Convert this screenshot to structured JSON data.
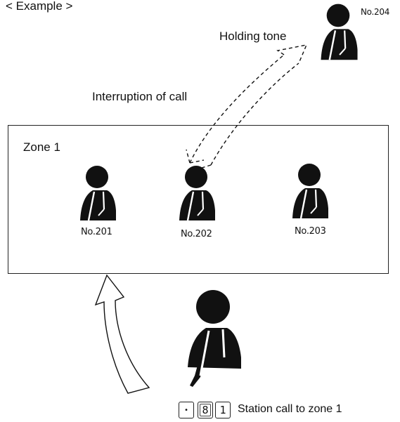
{
  "header": "< Example >",
  "zone": {
    "name": "Zone 1"
  },
  "stations": [
    {
      "number": "No.201"
    },
    {
      "number": "No.202"
    },
    {
      "number": "No.203"
    },
    {
      "number": "No.204"
    }
  ],
  "labels": {
    "holding_tone": "Holding tone",
    "interruption": "Interruption of call",
    "station_call": "Station call to zone 1"
  },
  "keys": [
    "•",
    "8",
    "1"
  ],
  "icons": {
    "person": "person-icon"
  }
}
